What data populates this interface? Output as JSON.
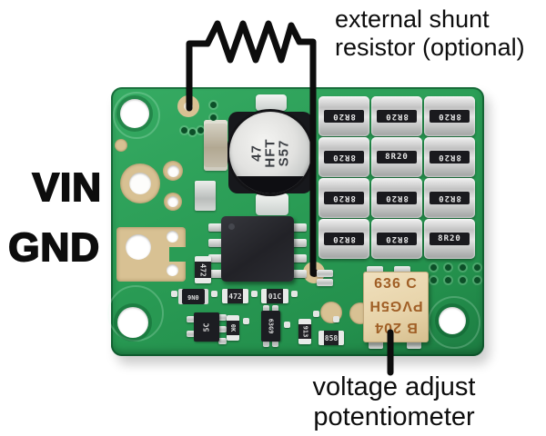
{
  "annotations": {
    "shunt_label_line1": "external shunt",
    "shunt_label_line2": "resistor (optional)",
    "vin": "VIN",
    "gnd": "GND",
    "pot_label_line1": "voltage adjust",
    "pot_label_line2": "potentiometer"
  },
  "board": {
    "capacitor": {
      "line1": "47",
      "line2": "HFT",
      "line3": "S57"
    },
    "shunt_grid": {
      "rows": 4,
      "cols": 3,
      "marking": "8R20",
      "upright_cells": [
        "1,1",
        "3,2"
      ]
    },
    "potentiometer": {
      "line1": "636 C",
      "line2": "PVG5H",
      "line3": "B 204"
    },
    "small_parts": {
      "vres_472": "472",
      "diode": "0N6",
      "res_472": "472",
      "res_01c": "01C",
      "sot_5c": "5C",
      "vres_0k": "0K",
      "sot_63g9": "63G9",
      "vres_913": "913",
      "res_858": "858"
    }
  },
  "colors": {
    "background": "#ffffff",
    "annotation": "#0d0d0d",
    "board_green": "#2a9c55",
    "board_green_dark": "#1d7c42",
    "pad_tan": "#d8c193",
    "band_black": "#1a1a1e",
    "band_text": "#e9e9e9",
    "pot_tan": "#e7d3a9",
    "pot_text": "#a05f26"
  }
}
